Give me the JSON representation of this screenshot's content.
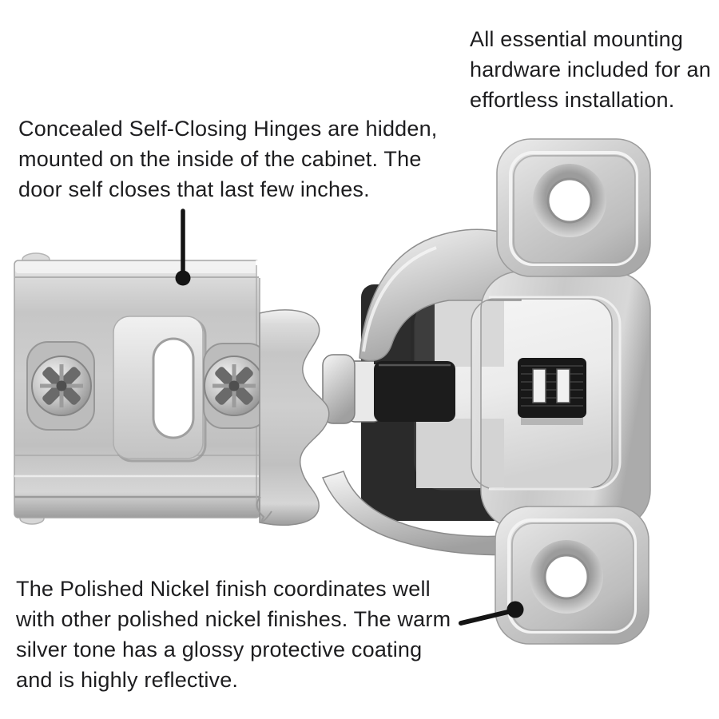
{
  "page": {
    "background": "#ffffff"
  },
  "annotations": {
    "mounting": {
      "lines": [
        "All essential mounting",
        "hardware included for an",
        "effortless installation."
      ]
    },
    "concealed": {
      "lines": [
        "Concealed Self-Closing Hinges are hidden,",
        "mounted on the inside of the cabinet. The",
        "door self closes that last few inches."
      ]
    },
    "finish": {
      "lines": [
        "The Polished Nickel finish coordinates well",
        "with other polished nickel finishes. The warm",
        "silver tone has a glossy protective coating",
        "and is highly reflective."
      ]
    }
  },
  "colors": {
    "text": "#1d1d1f",
    "callout": "#141414",
    "metal_light": "#f4f4f4",
    "metal_mid": "#c8c8c8",
    "metal_shadow": "#8f8f8f",
    "plastic_white": "#ededed",
    "plastic_gray": "#d6d6d6",
    "part_black": "#1b1b1b",
    "hole_white": "#ffffff"
  }
}
